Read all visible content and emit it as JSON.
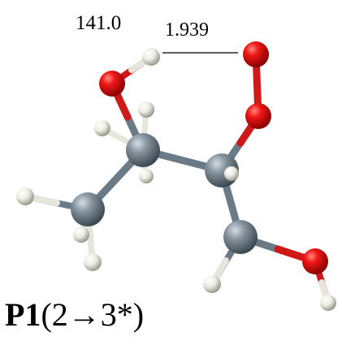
{
  "annotations": {
    "angle": "141.0",
    "distance": "1.939"
  },
  "caption": {
    "bold": "P1",
    "rest": "(2→3*)"
  },
  "colors": {
    "carbon": "#7c8a96",
    "oxygen": "#e01010",
    "hydrogen": "#efefe6",
    "bond_carbon": "#647480",
    "hbond_line": "#000000"
  }
}
